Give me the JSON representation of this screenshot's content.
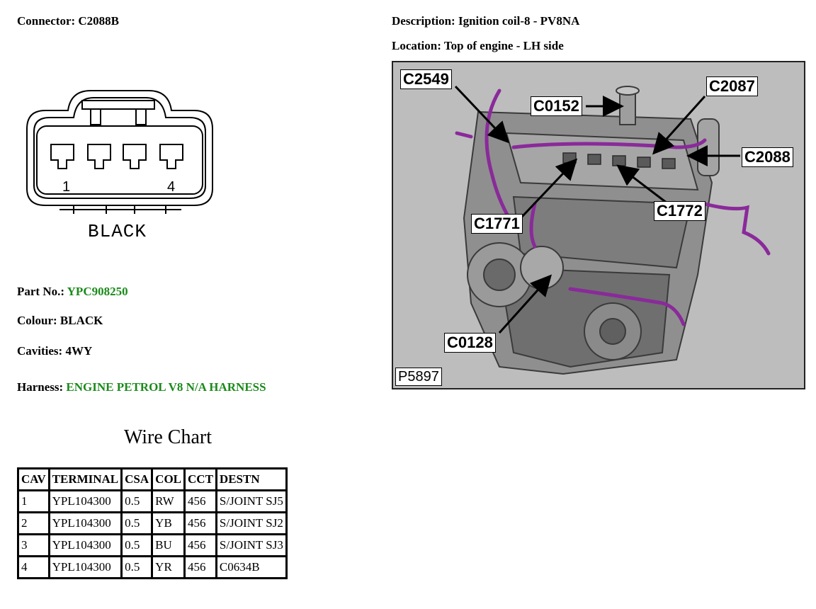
{
  "header": {
    "connector_label": "Connector:",
    "connector_value": "C2088B",
    "description_label": "Description:",
    "description_value": "Ignition coil-8 - PV8NA",
    "location_label": "Location:",
    "location_value": "Top of engine - LH side"
  },
  "connector_drawing": {
    "pin_first": "1",
    "pin_last": "4",
    "colour_caption": "BLACK"
  },
  "details": {
    "part_label": "Part No.:",
    "part_value": "YPC908250",
    "colour_label": "Colour:",
    "colour_value": "BLACK",
    "cavities_label": "Cavities:",
    "cavities_value": "4WY",
    "harness_label": "Harness:",
    "harness_value": "ENGINE PETROL V8 N/A HARNESS",
    "link_color": "#1a8a1a"
  },
  "wire_chart": {
    "title": "Wire Chart",
    "columns": [
      "CAV",
      "TERMINAL",
      "CSA",
      "COL",
      "CCT",
      "DESTN"
    ],
    "rows": [
      [
        "1",
        "YPL104300",
        "0.5",
        "RW",
        "456",
        "S/JOINT SJ5"
      ],
      [
        "2",
        "YPL104300",
        "0.5",
        "YB",
        "456",
        "S/JOINT SJ2"
      ],
      [
        "3",
        "YPL104300",
        "0.5",
        "BU",
        "456",
        "S/JOINT SJ3"
      ],
      [
        "4",
        "YPL104300",
        "0.5",
        "YR",
        "456",
        "C0634B"
      ]
    ]
  },
  "location_picture": {
    "callouts": {
      "c2549": "C2549",
      "c0152": "C0152",
      "c2087": "C2087",
      "c2088": "C2088",
      "c1771": "C1771",
      "c1772": "C1772",
      "c0128": "C0128"
    },
    "picture_ref": "P5897",
    "harness_color": "#8a2a9a"
  }
}
